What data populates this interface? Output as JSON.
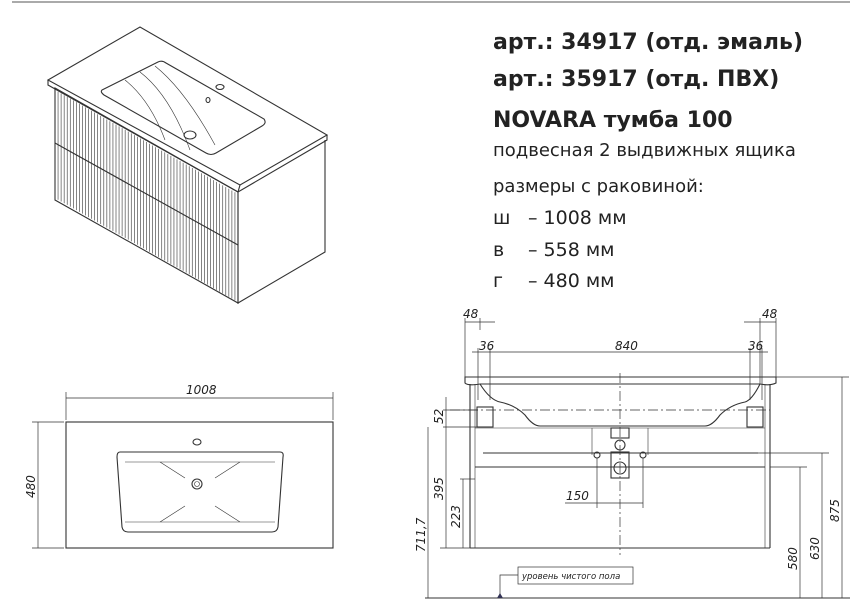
{
  "info": {
    "art1": "арт.: 34917 (отд. эмаль)",
    "art2": "арт.: 35917 (отд. ПВХ)",
    "model": "NOVARA  тумба 100",
    "description": "подвесная 2 выдвижных ящика",
    "sizes_title": "размеры с раковиной:",
    "sizes": [
      {
        "label": "ш",
        "value": "– 1008 мм"
      },
      {
        "label": "в",
        "value": "– 558 мм"
      },
      {
        "label": "г",
        "value": "– 480 мм"
      }
    ]
  },
  "plan_view": {
    "width_dim": "1008",
    "depth_dim": "480"
  },
  "front_view": {
    "dim_48_left": "48",
    "dim_48_right": "48",
    "dim_36_left": "36",
    "dim_36_right": "36",
    "dim_840": "840",
    "dim_52": "52",
    "dim_395": "395",
    "dim_223": "223",
    "dim_711": "711,7",
    "dim_150": "150",
    "dim_580": "580",
    "dim_630": "630",
    "dim_875": "875",
    "floor_label": "уровень чистого пола"
  }
}
